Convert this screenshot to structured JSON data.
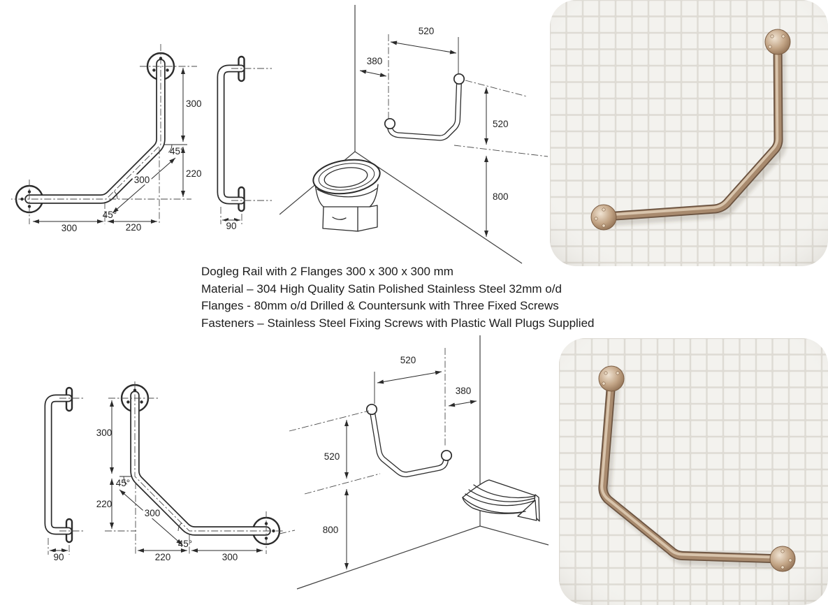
{
  "product_text": {
    "line1": "Dogleg Rail with 2 Flanges 300 x 300 x 300 mm",
    "line2": "Material – 304 High Quality Satin Polished Stainless Steel 32mm o/d",
    "line3": "Flanges - 80mm o/d Drilled & Countersunk with Three Fixed Screws",
    "line4": "Fasteners – Stainless Steel Fixing Screws with Plastic Wall Plugs Supplied"
  },
  "drawings": {
    "top_front": {
      "vertical_length": "300",
      "top_angle": "45°",
      "diagonal_length": "300",
      "mid_height": "220",
      "bottom_angle": "45°",
      "bottom_left_length": "300",
      "bottom_right_length": "220"
    },
    "top_side": {
      "wall_offset": "90"
    },
    "top_install": {
      "horizontal_span": "520",
      "corner_offset": "380",
      "rail_rise": "520",
      "mounting_height": "800"
    },
    "bottom_front": {
      "vertical_length": "300",
      "top_angle": "45°",
      "diagonal_length": "300",
      "mid_height": "220",
      "bottom_angle": "45°",
      "bottom_left_length": "220",
      "bottom_right_length": "300"
    },
    "bottom_side": {
      "wall_offset": "90"
    },
    "bottom_install": {
      "horizontal_span": "520",
      "corner_offset": "380",
      "rail_rise": "520",
      "mounting_height": "800"
    }
  },
  "colors": {
    "drawing_line": "#2b2b2b",
    "rail_metal_dark": "#6b5340",
    "rail_metal_mid": "#a88a6e",
    "rail_metal_highlight": "#ddcab2",
    "tile": "#f3f2ee",
    "grout": "#dedbd4",
    "page_background": "#ffffff"
  }
}
